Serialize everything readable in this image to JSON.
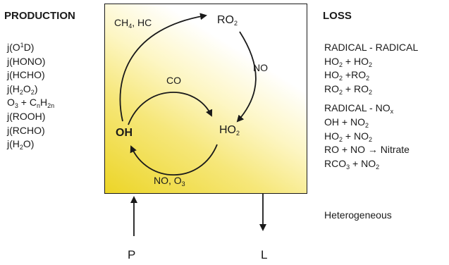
{
  "production": {
    "heading": "PRODUCTION",
    "items": [
      "j(O<sup>1</sup>D)",
      "j(HONO)",
      "j(HCHO)",
      "j(H<sub>2</sub>O<sub>2</sub>)",
      "O<sub>3</sub> + C<sub>n</sub>H<sub>2n</sub>",
      "j(ROOH)",
      "j(RCHO)",
      "j(H<sub>2</sub>O)"
    ]
  },
  "loss": {
    "heading": "LOSS",
    "radical_radical": {
      "title": "RADICAL - RADICAL",
      "items": [
        "HO<sub>2</sub> + HO<sub>2</sub>",
        "HO<sub>2</sub> +RO<sub>2</sub>",
        "RO<sub>2</sub> + RO<sub>2</sub>"
      ]
    },
    "radical_nox": {
      "title": "RADICAL - NO<sub>x</sub>",
      "items": [
        "OH + NO<sub>2</sub>",
        "HO<sub>2</sub> + NO<sub>2</sub>",
        "RO + NO &rarr; Nitrate",
        "RCO<sub>3</sub> + NO<sub>2</sub>"
      ]
    },
    "heterogeneous": "Heterogeneous"
  },
  "cycle": {
    "oh": "OH",
    "ho2": "HO<sub>2</sub>",
    "ro2": "RO<sub>2</sub>",
    "ch4_hc": "CH<sub>4</sub>, HC",
    "no_right": "NO",
    "co": "CO",
    "no_o3": "NO, O<sub>3</sub>"
  },
  "flows": {
    "production_label": "P",
    "loss_label": "L"
  },
  "colors": {
    "gradient_start": "#ffffff",
    "gradient_end": "#ecd527",
    "ink": "#1a1a1a"
  }
}
